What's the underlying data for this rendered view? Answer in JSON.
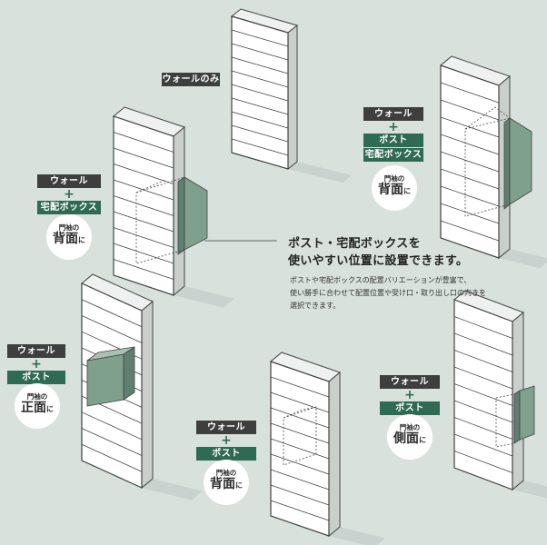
{
  "headline": {
    "line1": "ポスト・宅配ボックスを",
    "line2": "使いやすい位置に設置できます。"
  },
  "description": [
    "ポストや宅配ボックスの配置バリエーションが豊富で、",
    "使い勝手に合わせて配置位置や受け口・取り出し口の向きを",
    "選択できます。"
  ],
  "variants": {
    "wall_only": {
      "label": "ウォールのみ"
    },
    "wall_box_back": {
      "line1": "ウォール",
      "plus": "+",
      "line2": "宅配ボックス",
      "badge": {
        "small": "門袖の",
        "big": "背面",
        "suffix": "に"
      }
    },
    "wall_post_box_back": {
      "line1": "ウォール",
      "plus1": "+",
      "line2": "ポスト",
      "plus2": "+",
      "line3": "宅配ボックス",
      "badge": {
        "small": "門袖の",
        "big": "背面",
        "suffix": "に"
      }
    },
    "wall_post_front": {
      "line1": "ウォール",
      "plus": "+",
      "line2": "ポスト",
      "badge": {
        "small": "門袖の",
        "big": "正面",
        "suffix": "に"
      }
    },
    "wall_post_back": {
      "line1": "ウォール",
      "plus": "+",
      "line2": "ポスト",
      "badge": {
        "small": "門袖の",
        "big": "背面",
        "suffix": "に"
      }
    },
    "wall_post_side": {
      "line1": "ウォール",
      "plus": "+",
      "line2": "ポスト",
      "badge": {
        "small": "門袖の",
        "big": "側面",
        "suffix": "に"
      }
    }
  },
  "colors": {
    "background": "#d8e1dc",
    "wall_front": "#ffffff",
    "wall_side": "#c9d0cc",
    "wall_top": "#eef1ef",
    "outline": "#444444",
    "box_green": "#7fa08c",
    "box_green_dark": "#5f8070",
    "label_dark": "#3e3e3e",
    "label_green": "#2f6a53"
  }
}
